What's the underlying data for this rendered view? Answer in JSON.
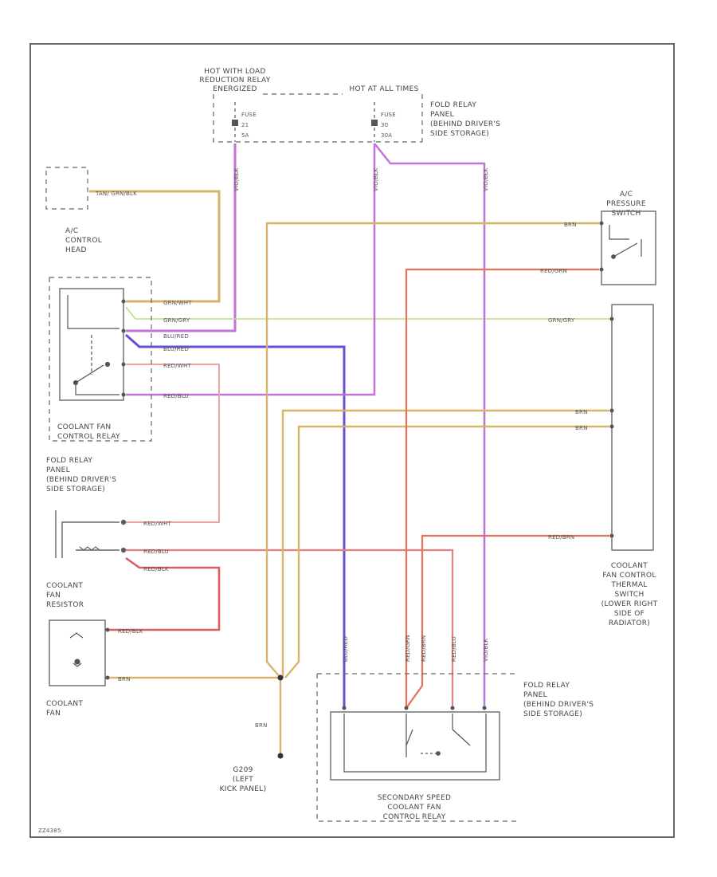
{
  "colors": {
    "tan": "#d8b46a",
    "violet": "#c272d9",
    "green": "#b5e08a",
    "blue_violet": "#6a4ed9",
    "red": "#e97e7e",
    "red_black": "#d86060",
    "red_white": "#f0a2a2",
    "orange_red": "#e8715a",
    "line": "#666666"
  },
  "labels": {
    "hot_load": [
      "HOT WITH LOAD",
      "REDUCTION RELAY",
      "ENERGIZED"
    ],
    "hot_all": "HOT AT ALL TIMES",
    "fuse_a": [
      "FUSE",
      "21",
      "5A"
    ],
    "fuse_b": [
      "FUSE",
      "30",
      "30A"
    ],
    "fold_relay_top": [
      "FOLD RELAY",
      "PANEL",
      "(BEHIND DRIVER'S",
      "SIDE STORAGE)"
    ],
    "ac_control_head": [
      "A/C",
      "CONTROL",
      "HEAD"
    ],
    "ac_pressure": [
      "A/C",
      "PRESSURE",
      "SWITCH"
    ],
    "coolant_fan_control_relay": [
      "COOLANT FAN",
      "CONTROL RELAY"
    ],
    "fold_relay_left": [
      "FOLD RELAY",
      "PANEL",
      "(BEHIND DRIVER'S",
      "SIDE STORAGE)"
    ],
    "coolant_fan_resistor": [
      "COOLANT",
      "FAN",
      "RESISTOR"
    ],
    "coolant_fan": [
      "COOLANT",
      "FAN"
    ],
    "ground": [
      "G209",
      "(LEFT",
      "KICK PANEL)"
    ],
    "thermal_switch": [
      "COOLANT",
      "FAN CONTROL",
      "THERMAL",
      "SWITCH",
      "(LOWER RIGHT",
      "SIDE OF",
      "RADIATOR)"
    ],
    "fold_relay_right": [
      "FOLD RELAY",
      "PANEL",
      "(BEHIND DRIVER'S",
      "SIDE STORAGE)"
    ],
    "secondary_relay": [
      "SECONDARY SPEED",
      "COOLANT FAN",
      "CONTROL RELAY"
    ],
    "footer": "ZZ4385"
  },
  "wires": {
    "tan_grn_blk": "TAN/ GRN/BLK",
    "grn_wht": "GRN/WHT",
    "grn_gry": "GRN/GRY",
    "blu_red": "BLU/RED",
    "red_wht": "RED/WHT",
    "red_blu": "RED/BLU",
    "brn": "BRN",
    "red_grn": "RED/GRN",
    "grn_gry_r": "GRN/GRY",
    "red_brn": "RED/BRN",
    "red_blk": "RED/BLK",
    "brn_ground": "BRN"
  }
}
